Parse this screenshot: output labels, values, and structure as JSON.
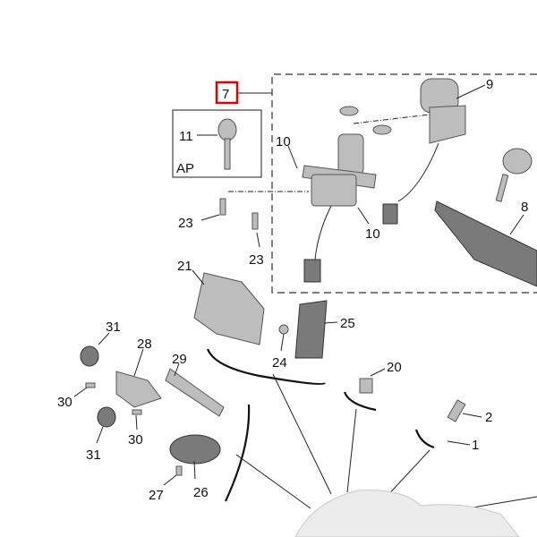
{
  "diagram": {
    "highlight_color": "#e00000",
    "group_label": "7",
    "inset_label": "AP",
    "callouts": {
      "c1": "1",
      "c2": "2",
      "c7": "7",
      "c8": "8",
      "c9": "9",
      "c10a": "10",
      "c10b": "10",
      "c11": "11",
      "c20": "20",
      "c21": "21",
      "c23a": "23",
      "c23b": "23",
      "c24": "24",
      "c25": "25",
      "c26": "26",
      "c27": "27",
      "c28": "28",
      "c29": "29",
      "c30a": "30",
      "c30b": "30",
      "c31a": "31",
      "c31b": "31"
    }
  }
}
